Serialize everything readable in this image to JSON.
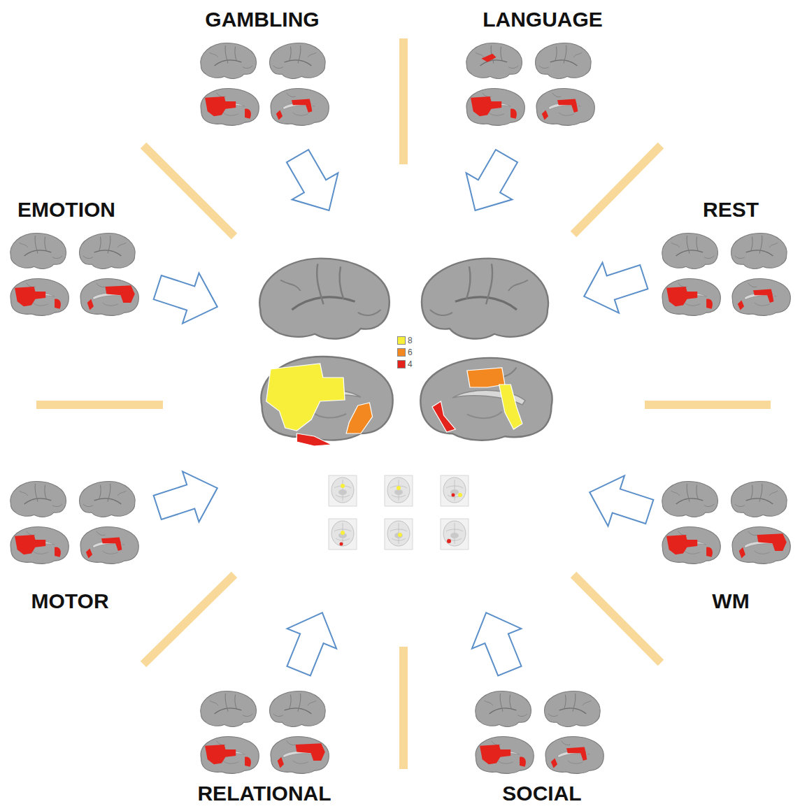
{
  "diagram": {
    "labels": [
      "GAMBLING",
      "LANGUAGE",
      "EMOTION",
      "REST",
      "MOTOR",
      "WM",
      "RELATIONAL",
      "SOCIAL"
    ],
    "legend": [
      {
        "text": "8",
        "color": "#f7ef3a"
      },
      {
        "text": "6",
        "color": "#f2881f"
      },
      {
        "text": "4",
        "color": "#e3231c"
      }
    ]
  }
}
